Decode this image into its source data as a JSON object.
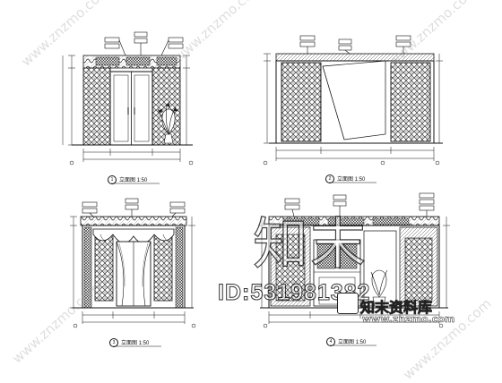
{
  "drawing": {
    "views": [
      {
        "id": "1",
        "caption": "立面图 1:50"
      },
      {
        "id": "2",
        "caption": "立面图 1:50"
      },
      {
        "id": "3",
        "caption": "立面图 1:50"
      },
      {
        "id": "4",
        "caption": "立面图 1:50"
      }
    ]
  },
  "watermark": {
    "repeat_text": "www.znzmo.com",
    "big_text": "知末",
    "id_text": "ID:531981382",
    "logo_text": "知末资料库",
    "logo_url": "www.znzmo.com"
  },
  "colors": {
    "line": "#111111",
    "hatch": "#333333",
    "paper": "#ffffff"
  }
}
